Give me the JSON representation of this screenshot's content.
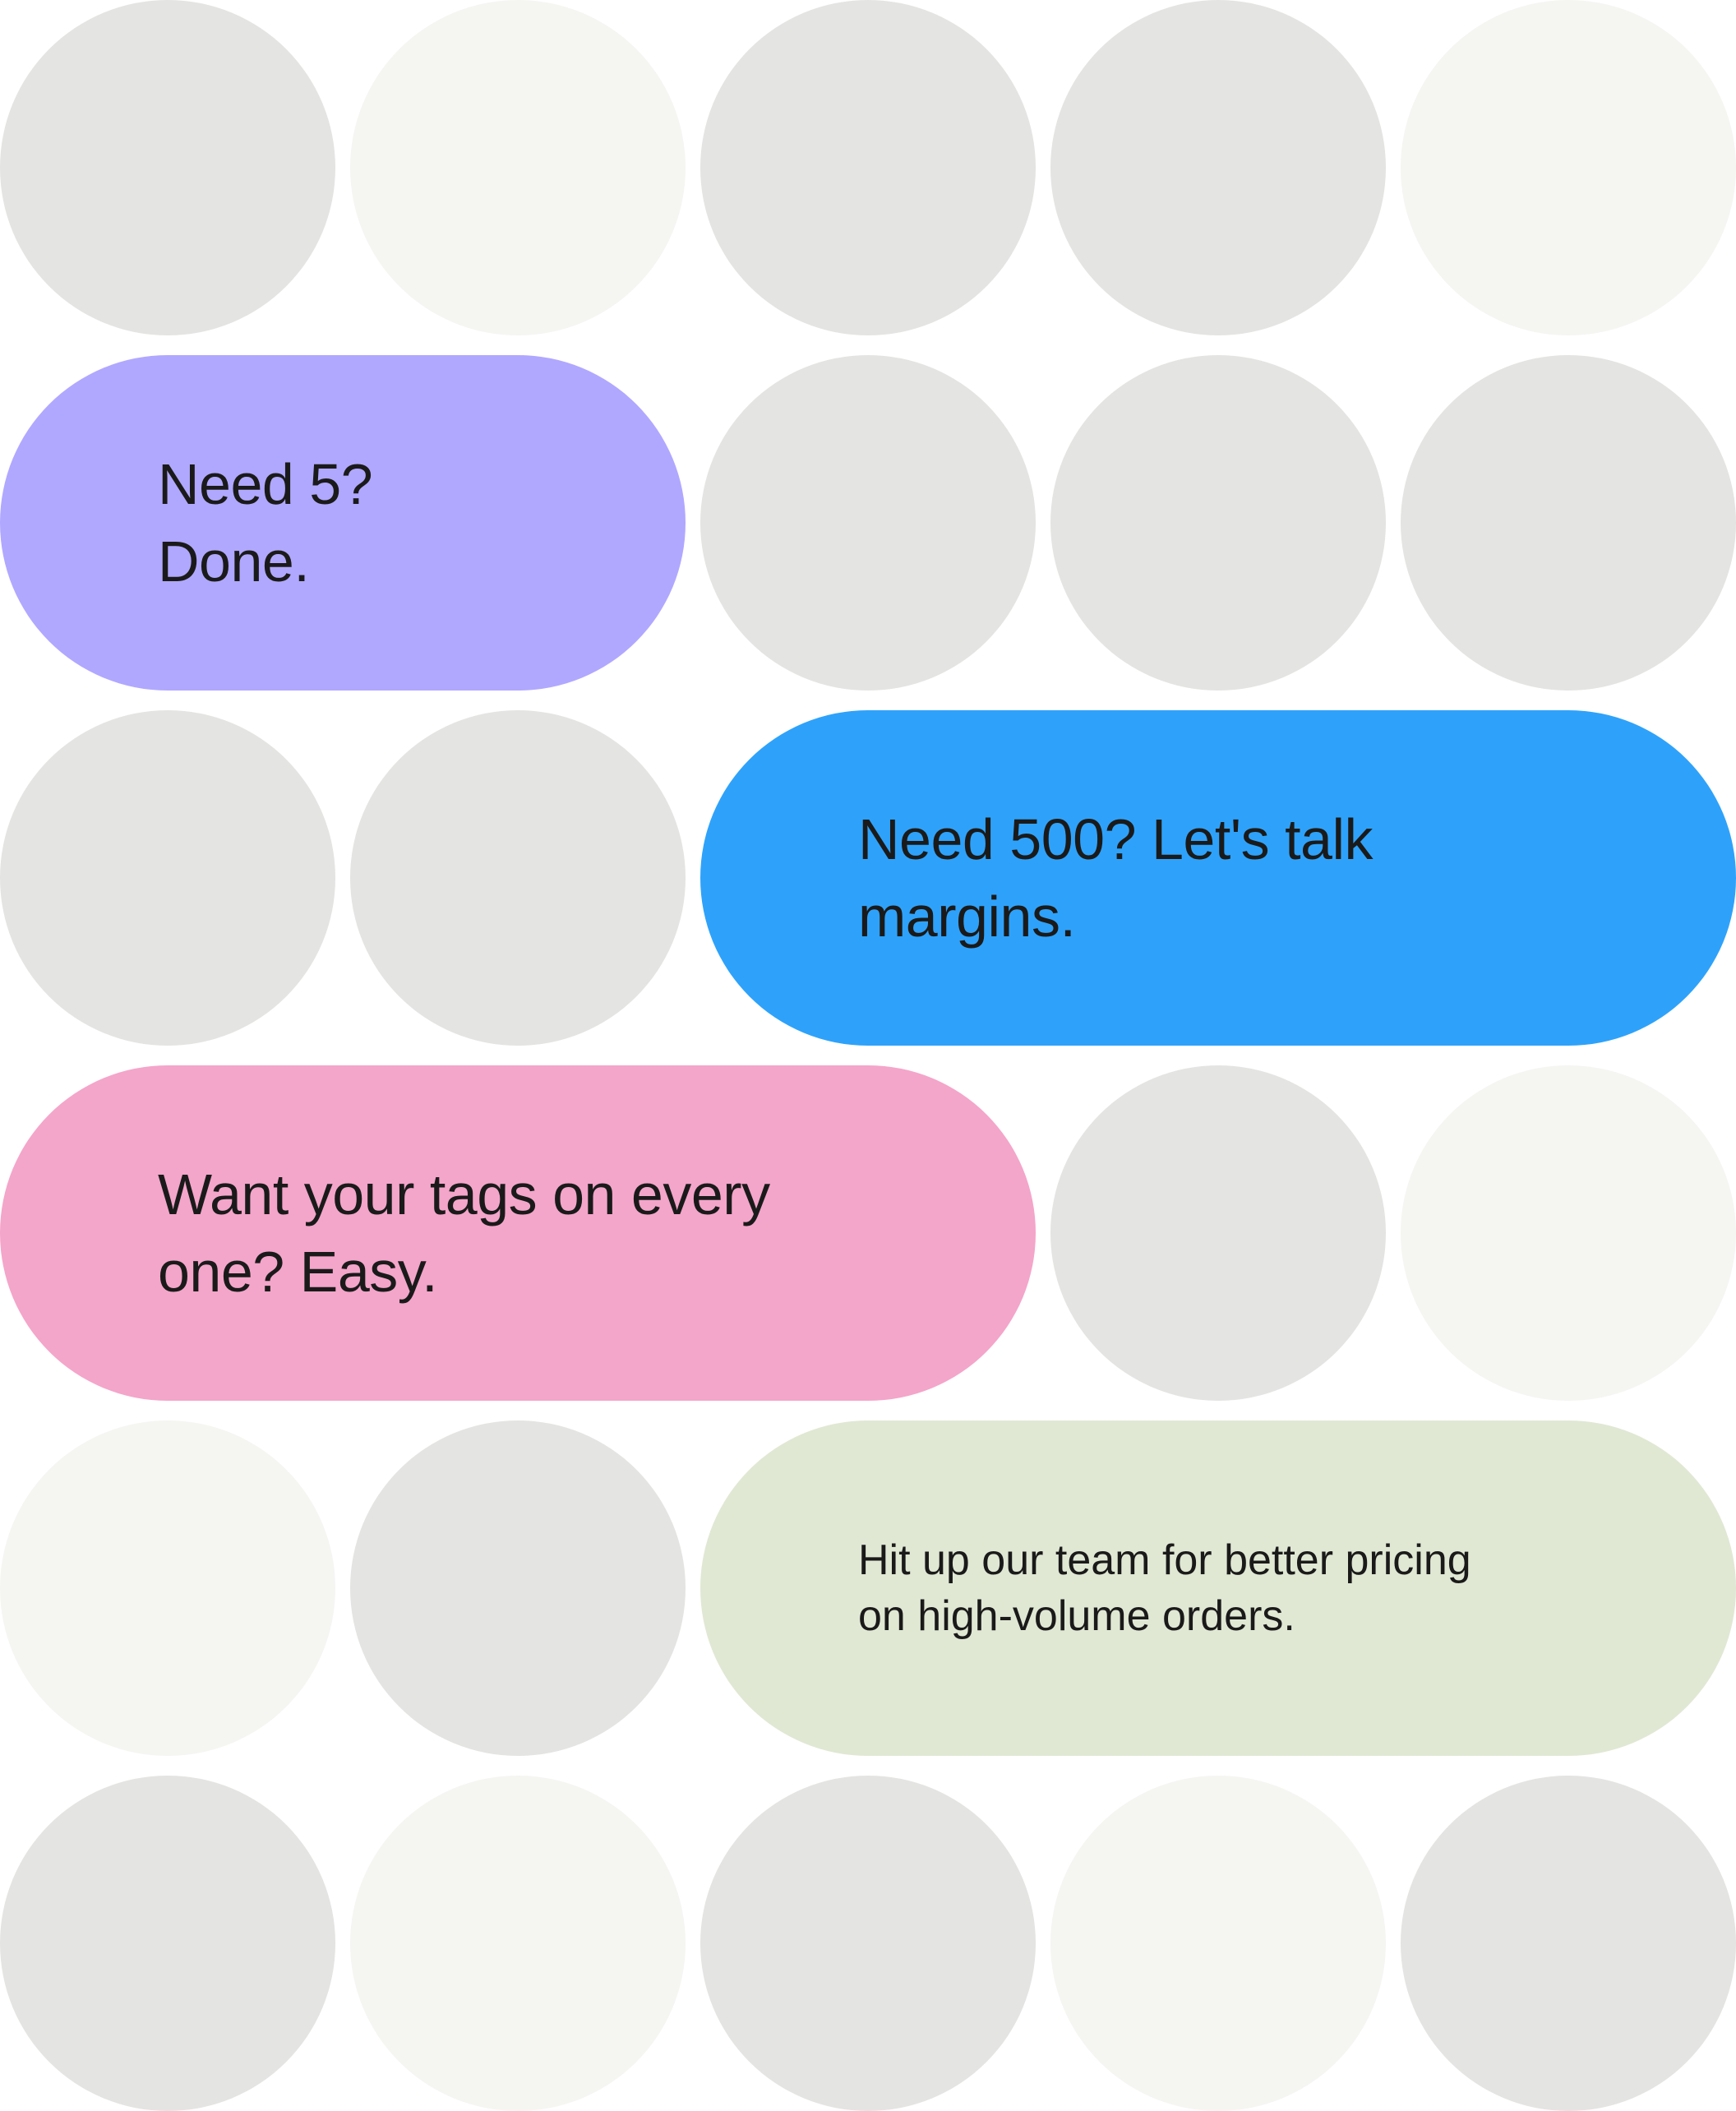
{
  "colors": {
    "background": "#ffffff",
    "circle_gray": "#e4e4e2",
    "circle_light": "#f5f6f2",
    "text": "#1a1a1a"
  },
  "grid": [
    [
      "gray",
      "light",
      "gray",
      "gray",
      "light"
    ],
    [
      "pill",
      "pill",
      "gray",
      "gray",
      "gray"
    ],
    [
      "gray",
      "gray",
      "pill",
      "pill",
      "pill"
    ],
    [
      "pill",
      "pill",
      "pill",
      "gray",
      "light"
    ],
    [
      "light",
      "gray",
      "pill",
      "pill",
      "pill"
    ],
    [
      "gray",
      "light",
      "gray",
      "light",
      "gray"
    ]
  ],
  "pills": [
    {
      "id": "need-5",
      "row": 1,
      "col": 0,
      "span": 2,
      "color": "#b0a8ff",
      "size": "large",
      "text": "Need 5?\nDone."
    },
    {
      "id": "need-500",
      "row": 2,
      "col": 2,
      "span": 3,
      "color": "#2ea2fa",
      "size": "large",
      "text": "Need 500? Let's talk\nmargins."
    },
    {
      "id": "tags",
      "row": 3,
      "col": 0,
      "span": 3,
      "color": "#f4a5ca",
      "size": "large",
      "text": "Want your tags on every\none? Easy."
    },
    {
      "id": "team",
      "row": 4,
      "col": 2,
      "span": 3,
      "color": "#e0e8d4",
      "size": "small",
      "text": "Hit up our team for better pricing\non high-volume orders."
    }
  ]
}
